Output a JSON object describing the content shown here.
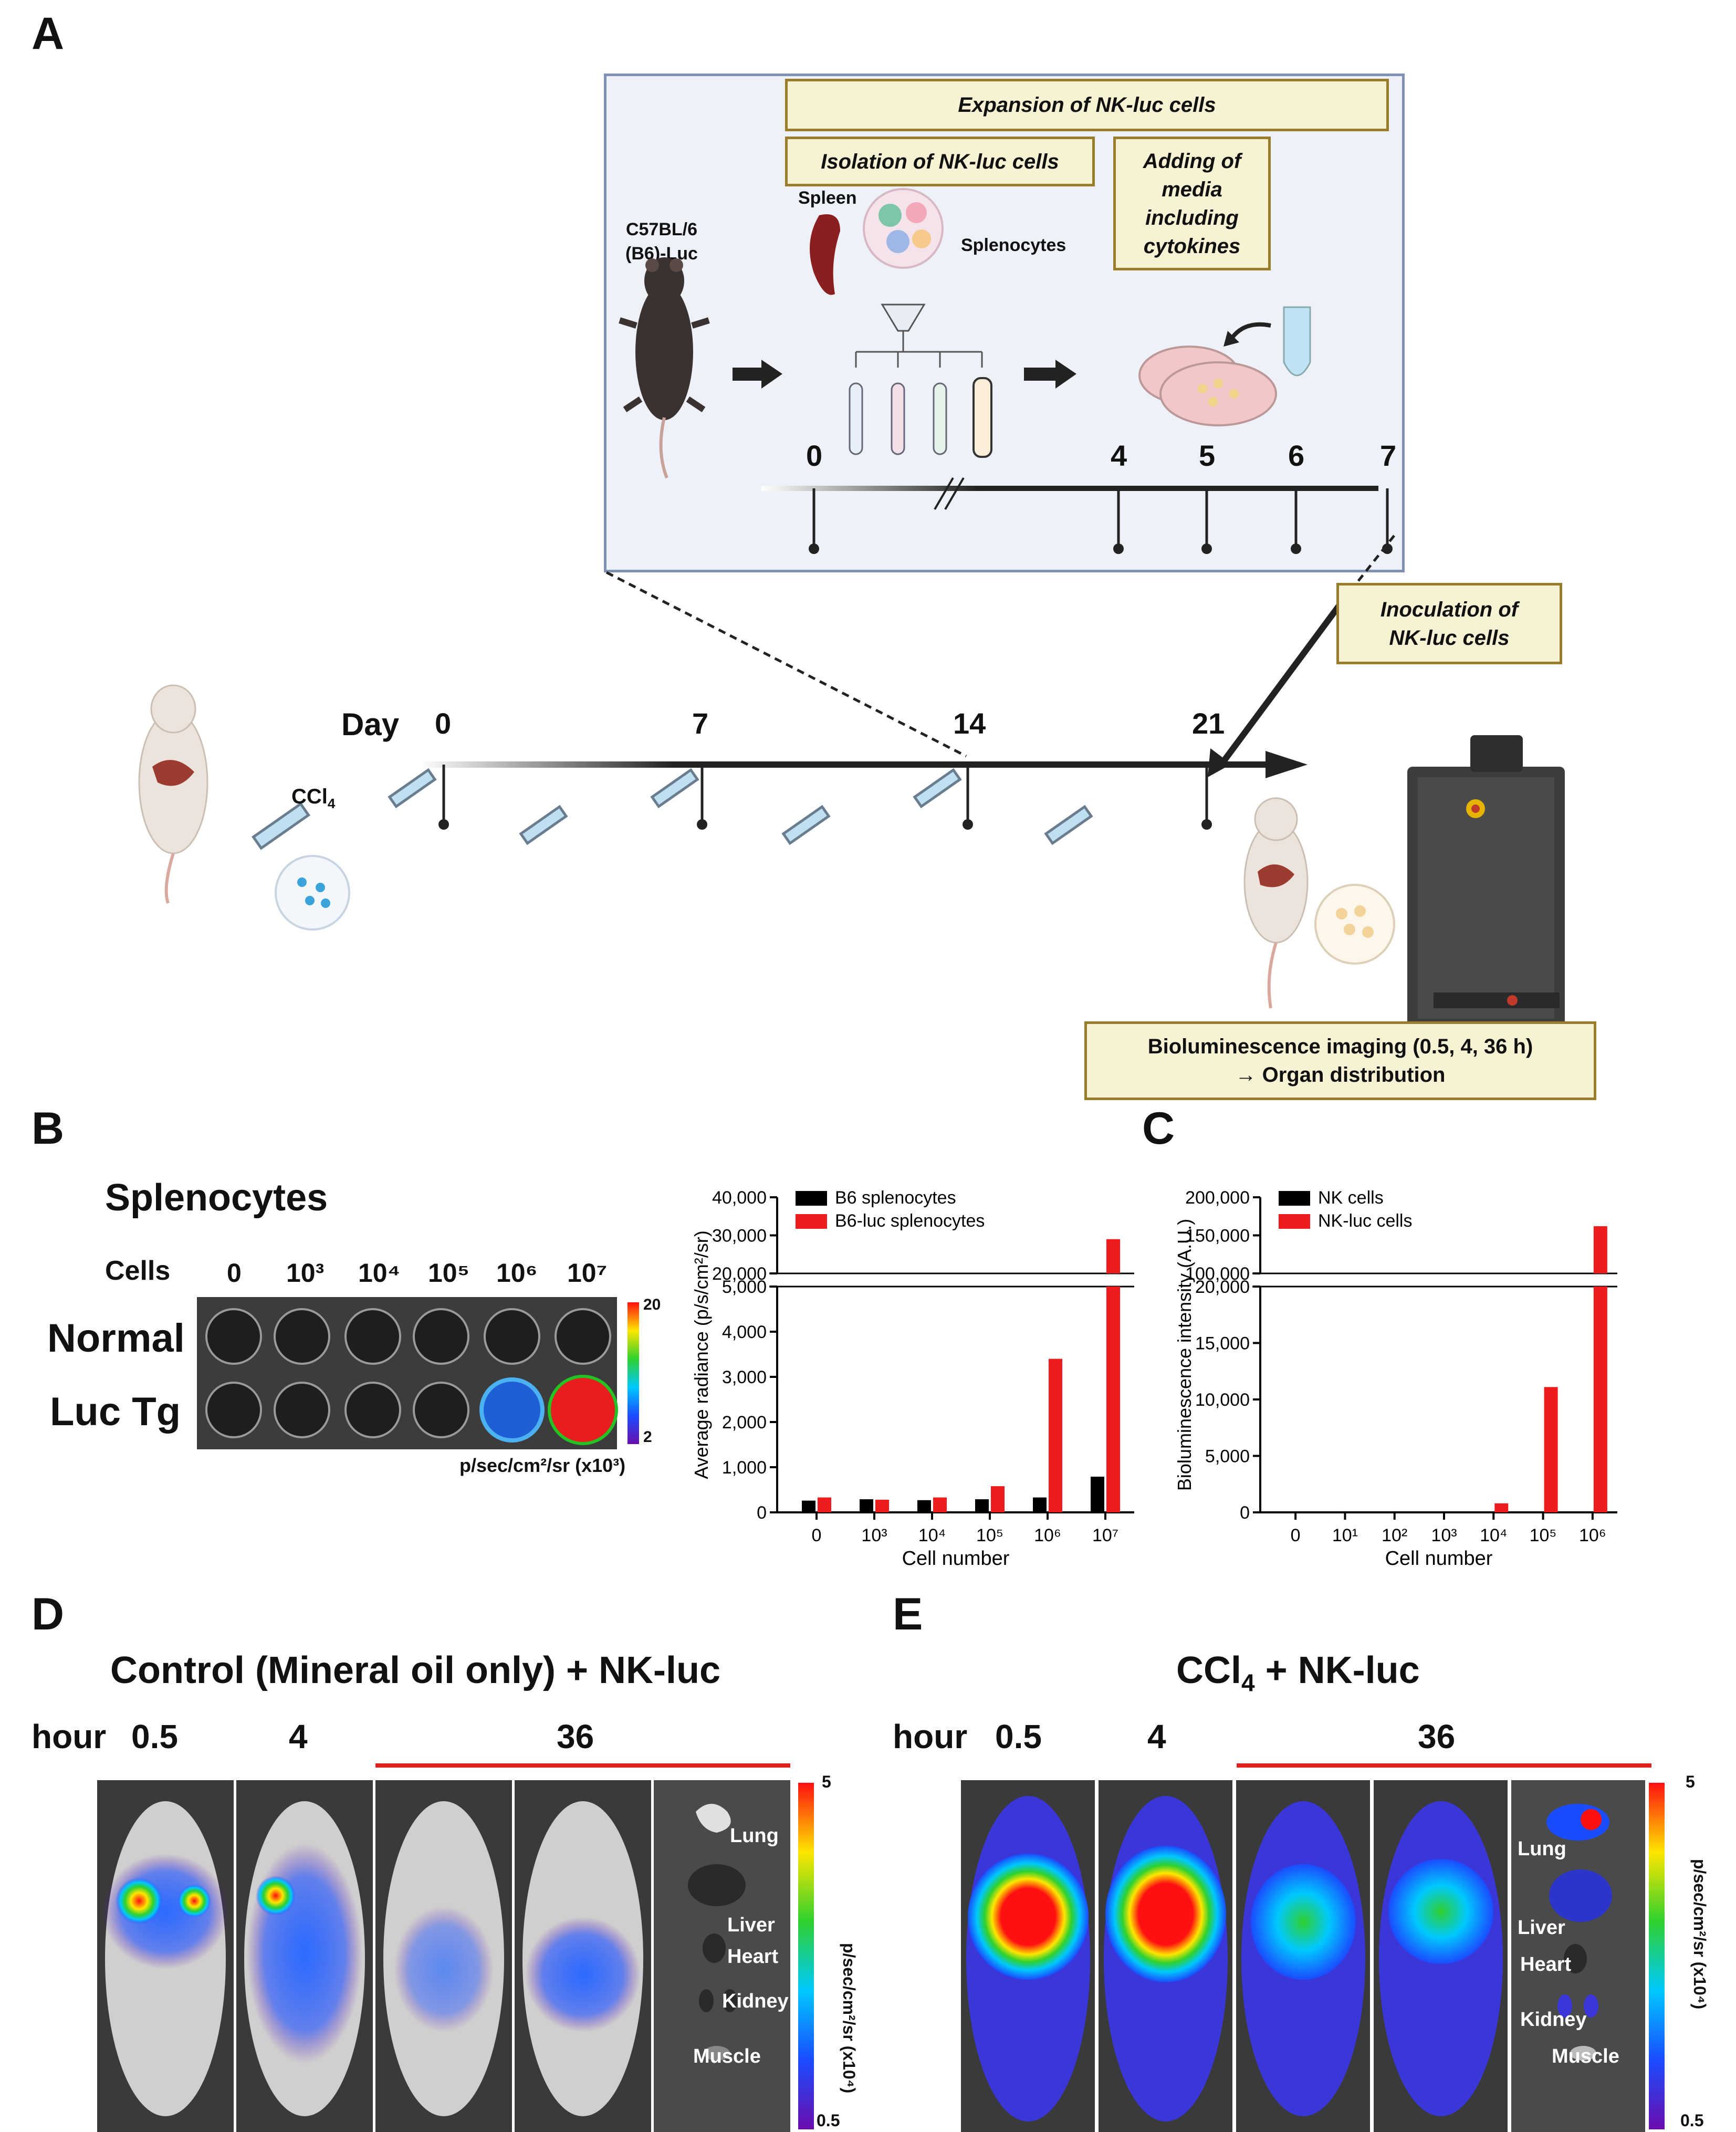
{
  "panelA": {
    "label": "A",
    "expansion": "Expansion of NK-luc cells",
    "isolation": "Isolation of NK-luc cells",
    "adding": "Adding of media including cytokines",
    "strain": "C57BL/6 (B6)-Luc",
    "spleen": "Spleen",
    "splenocytes": "Splenocytes",
    "inset_days": [
      "0",
      "4",
      "5",
      "6",
      "7"
    ],
    "inoculation": "Inoculation of NK-luc cells",
    "day_label": "Day",
    "main_days": [
      "0",
      "7",
      "14",
      "21"
    ],
    "ccl4": "CCl4",
    "imaging_line1": "Bioluminescence imaging (0.5, 4, 36 h)",
    "imaging_line2": "→ Organ distribution"
  },
  "panelB": {
    "label": "B",
    "title": "Splenocytes",
    "cells_label": "Cells",
    "cell_cols": [
      "0",
      "10³",
      "10⁴",
      "10⁵",
      "10⁶",
      "10⁷"
    ],
    "row_normal": "Normal",
    "row_luc": "Luc Tg",
    "scale_max": "20",
    "scale_min": "2",
    "scale_unit": "p/sec/cm²/sr (x10³)"
  },
  "panelD": {
    "label": "D",
    "title": "Control (Mineral oil only) + NK-luc",
    "hour_label": "hour",
    "times": [
      "0.5",
      "4",
      "36"
    ],
    "organs": [
      "Lung",
      "Liver",
      "Heart",
      "Kidney",
      "Muscle"
    ],
    "scale_max": "5",
    "scale_min": "0.5",
    "scale_unit": "p/sec/cm²/sr (x10⁴)"
  },
  "panelE": {
    "label": "E",
    "title": "CCl4 + NK-luc",
    "hour_label": "hour",
    "times": [
      "0.5",
      "4",
      "36"
    ],
    "organs": [
      "Lung",
      "Liver",
      "Heart",
      "Kidney",
      "Muscle"
    ],
    "scale_max": "5",
    "scale_min": "0.5",
    "scale_unit": "p/sec/cm²/sr (x10⁴)"
  },
  "panelC": {
    "label": "C"
  },
  "chart_data": [
    {
      "type": "bar",
      "categories": [
        "0",
        "10³",
        "10⁴",
        "10⁵",
        "10⁶",
        "10⁷"
      ],
      "series": [
        {
          "name": "B6 splenocytes",
          "values": [
            260,
            290,
            270,
            290,
            330,
            790
          ],
          "color": "#000000"
        },
        {
          "name": "B6-luc splenocytes",
          "values": [
            330,
            280,
            330,
            580,
            3400,
            29000
          ],
          "color": "#ee1c1c"
        }
      ],
      "xlabel": "Cell number",
      "ylabel": "Average radiance (p/s/cm²/sr)",
      "yticks_lower": [
        "0",
        "1,000",
        "2,000",
        "3,000",
        "4,000",
        "5,000"
      ],
      "yticks_upper": [
        "20,000",
        "30,000",
        "40,000"
      ],
      "axis_break": [
        5000,
        20000
      ],
      "legend": "top-left"
    },
    {
      "type": "bar",
      "categories": [
        "0",
        "10¹",
        "10²",
        "10³",
        "10⁴",
        "10⁵",
        "10⁶"
      ],
      "series": [
        {
          "name": "NK cells",
          "values": [
            0,
            0,
            0,
            0,
            0,
            0,
            0
          ],
          "color": "#000000"
        },
        {
          "name": "NK-luc cells",
          "values": [
            0,
            0,
            0,
            0,
            800,
            11100,
            162000
          ],
          "color": "#ee1c1c"
        }
      ],
      "xlabel": "Cell number",
      "ylabel": "Bioluminescence intensity (A.U.)",
      "yticks_lower": [
        "0",
        "5,000",
        "10,000",
        "15,000",
        "20,000"
      ],
      "yticks_upper": [
        "100,000",
        "150,000",
        "200,000"
      ],
      "axis_break": [
        20000,
        100000
      ],
      "legend": "top-left"
    }
  ]
}
